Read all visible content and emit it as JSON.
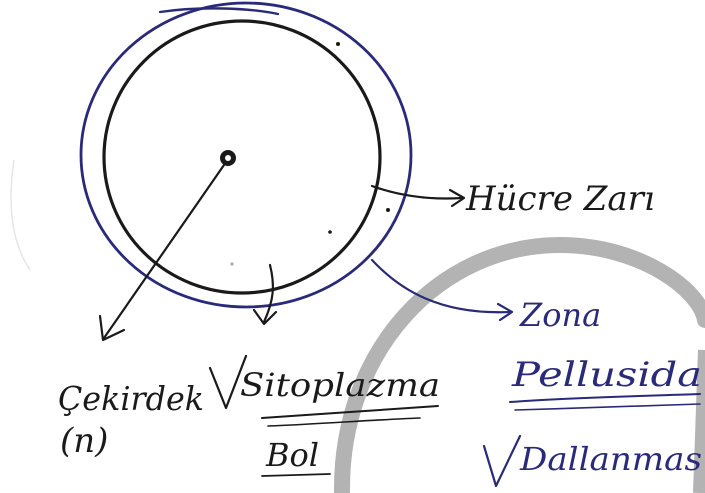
{
  "colors": {
    "background": "#ffffff",
    "black_ink": "#1a1a1a",
    "blue_ink": "#2a2a7a",
    "watermark": "#b3b3b3"
  },
  "labels": {
    "hucre_zari": "Hücre Zarı",
    "zona_line1": "Zona",
    "zona_line2": "Pellusida",
    "cekirdek": "Çekirdek",
    "cekirdek_n": "(n)",
    "sitoplazma": "Sitoplazma",
    "bol": "Bol",
    "dallanmas": "Dallanmas"
  },
  "checkmarks": {
    "sitoplazma": "check-mark-icon",
    "dallanmas": "check-mark-icon"
  }
}
